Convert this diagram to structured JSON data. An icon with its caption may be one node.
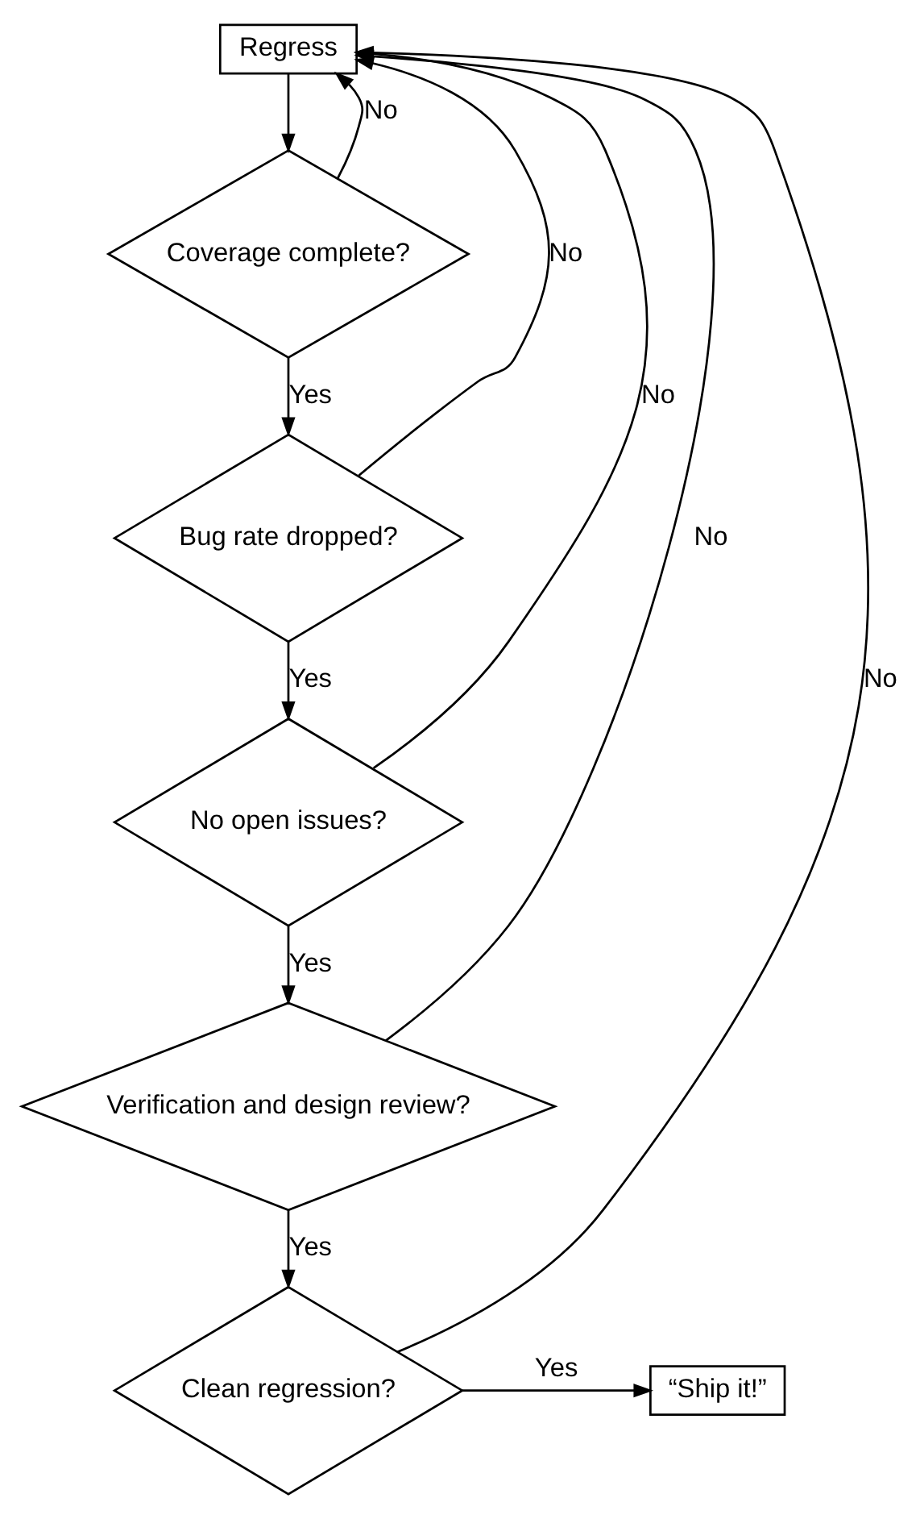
{
  "diagram": {
    "nodes": [
      {
        "text": [
          "Regress"
        ]
      },
      {
        "text": [
          "Coverage complete?"
        ]
      },
      {
        "text": [
          "Bug rate dropped?"
        ]
      },
      {
        "text": [
          "No open issues?"
        ]
      },
      {
        "text": [
          "Verification and design review?"
        ]
      },
      {
        "text": [
          "Clean regression?"
        ]
      },
      {
        "text": [
          "“Ship it!”"
        ]
      }
    ],
    "edges": [
      {
        "from": 0,
        "to": 1,
        "arrow": "to"
      },
      {
        "from": 1,
        "to": 2,
        "arrow": "to",
        "label": "Yes"
      },
      {
        "from": 2,
        "to": 3,
        "arrow": "to",
        "label": "Yes"
      },
      {
        "from": 3,
        "to": 4,
        "arrow": "to",
        "label": "Yes"
      },
      {
        "from": 4,
        "to": 5,
        "arrow": "to",
        "label": "Yes"
      },
      {
        "from": 5,
        "to": 6,
        "arrow": "to",
        "label": "Yes"
      },
      {
        "from": 1,
        "to": 0,
        "arrow": "to",
        "label": "No"
      },
      {
        "from": 2,
        "to": 0,
        "arrow": "to",
        "label": "No"
      },
      {
        "from": 3,
        "to": 0,
        "arrow": "to",
        "label": "No"
      },
      {
        "from": 4,
        "to": 0,
        "arrow": "to",
        "label": "No"
      },
      {
        "from": 5,
        "to": 0,
        "arrow": "to",
        "label": "No"
      }
    ]
  }
}
